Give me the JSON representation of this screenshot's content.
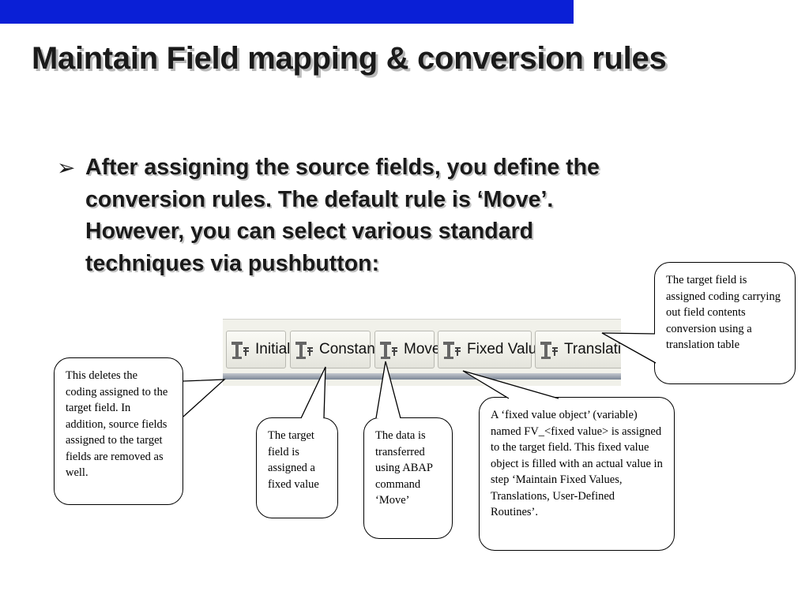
{
  "slide": {
    "title": "Maintain Field mapping & conversion rules",
    "bullet_marker": "➢",
    "bullet_lines": [
      "After assigning the source fields, you define the",
      "conversion rules. The default rule is ‘Move’.",
      "However, you can select various standard",
      "techniques via pushbutton:"
    ],
    "accent_color": "#0a1fd6"
  },
  "toolbar": {
    "buttons": [
      {
        "label": "Initial",
        "icon": "rule-icon"
      },
      {
        "label": "Constant",
        "icon": "rule-icon"
      },
      {
        "label": "Move",
        "icon": "rule-icon"
      },
      {
        "label": "Fixed Value",
        "icon": "rule-icon"
      },
      {
        "label": "Translation",
        "icon": "rule-icon"
      }
    ]
  },
  "callouts": {
    "initial": "This deletes the coding assigned to the target field. In addition, source fields assigned to the target fields are removed as well.",
    "constant": "The target field is assigned a fixed value",
    "move": "The data is transferred using ABAP command ‘Move’",
    "fixed_value": "A ‘fixed value object’ (variable) named FV_<fixed value> is assigned to the target field. This fixed value object is filled with an actual value in step ‘Maintain Fixed Values, Translations, User-Defined Routines’.",
    "translation": "The target field is assigned coding carrying out field contents conversion using a translation table"
  }
}
